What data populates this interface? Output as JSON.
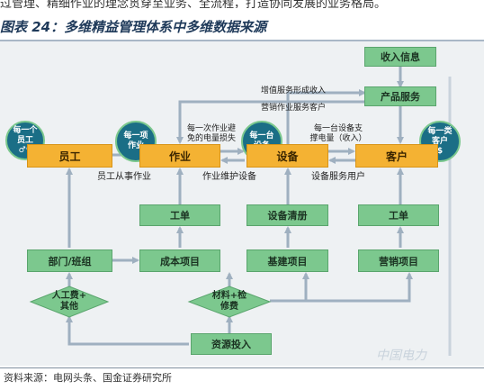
{
  "header": {
    "top_text": "过管理、精细作业的理念贯穿至业务、全流程，打造协同发展的业务格局。",
    "figure_title": "图表 24：多维精益管理体系中多维数据来源"
  },
  "circles": {
    "person": {
      "line1": "每一个",
      "line2": "员工",
      "icon": "♂♀"
    },
    "task": {
      "line1": "每一项",
      "line2": "作业"
    },
    "equipment": {
      "line1": "每一台",
      "line2": "设备"
    },
    "customer": {
      "line1": "每一类",
      "line2": "客户",
      "icon": "$"
    }
  },
  "main_row": {
    "employee": "员工",
    "work": "作业",
    "equipment": "设备",
    "customer": "客户"
  },
  "top_flow": {
    "receive_info": "收入信息",
    "product_service": "产品服务",
    "label_value_added": "增值服务形成收入",
    "label_marketing": "营销作业服务客户"
  },
  "annotations": {
    "work_avoid_loss_1": "每一次作业避",
    "work_avoid_loss_2": "免的电量损失",
    "equipment_support_1": "每一台设备支",
    "equipment_support_2": "撑电量（收入）",
    "employee_work": "员工从事作业",
    "work_maintain": "作业维护设备",
    "equipment_serve": "设备服务用户"
  },
  "mid_row": {
    "work_order_1": "工单",
    "equipment_inventory": "设备清册",
    "work_order_2": "工单"
  },
  "lower_row": {
    "dept_team": "部门/班组",
    "cost_item": "成本项目",
    "basic_item": "基建项目",
    "marketing_item": "营销项目"
  },
  "diamonds": {
    "labor_line1": "人工费+",
    "labor_line2": "其他",
    "material_line1": "材料+检",
    "material_line2": "修费"
  },
  "bottom": {
    "resource_input": "资源投入"
  },
  "source": "资料来源：电网头条、国金证券研究所",
  "watermark": "中国电力",
  "colors": {
    "green": "#7cc88e",
    "orange": "#f4b233",
    "teal_circle": "#1b6e86",
    "arrow": "#9fb0c0",
    "canvas": "#eef1f3"
  }
}
